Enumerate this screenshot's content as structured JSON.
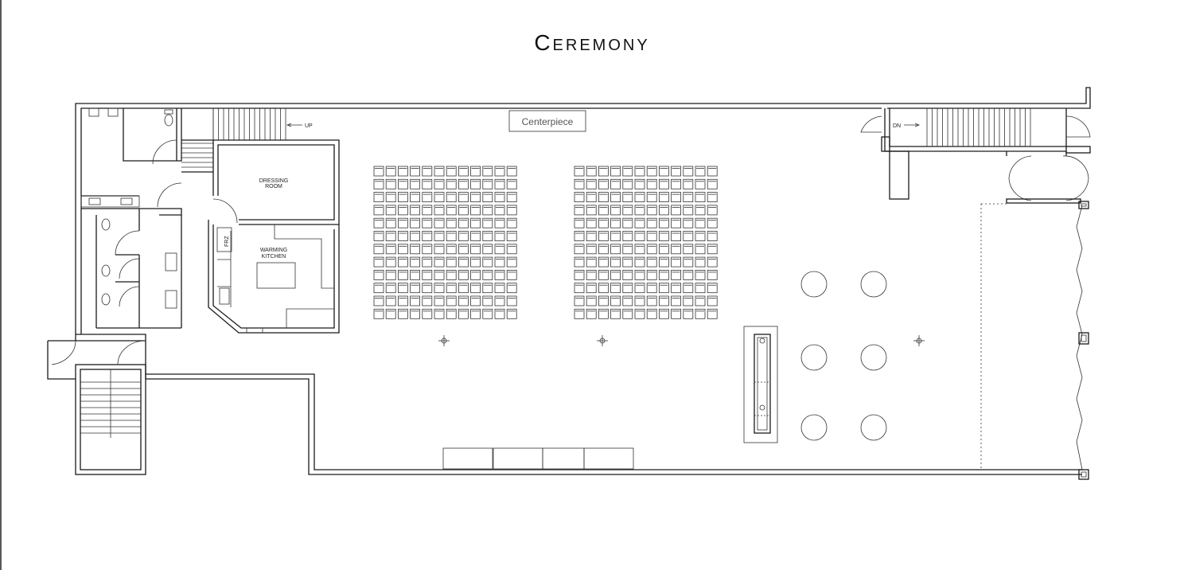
{
  "title": "Ceremony",
  "labels": {
    "centerpiece": "Centerpiece",
    "dressing_room": [
      "DRESSING",
      "ROOM"
    ],
    "warming_kitchen": [
      "WARMING",
      "KITCHEN"
    ],
    "stairs_up": "UP",
    "stairs_down": "DN",
    "fridge": "FRZ"
  },
  "seating": {
    "blocks": 2,
    "rows_per_block": 12,
    "chairs_per_row": 12
  },
  "round_tables": 6,
  "colors": {
    "line": "#1a1a1a",
    "text": "#111111"
  }
}
